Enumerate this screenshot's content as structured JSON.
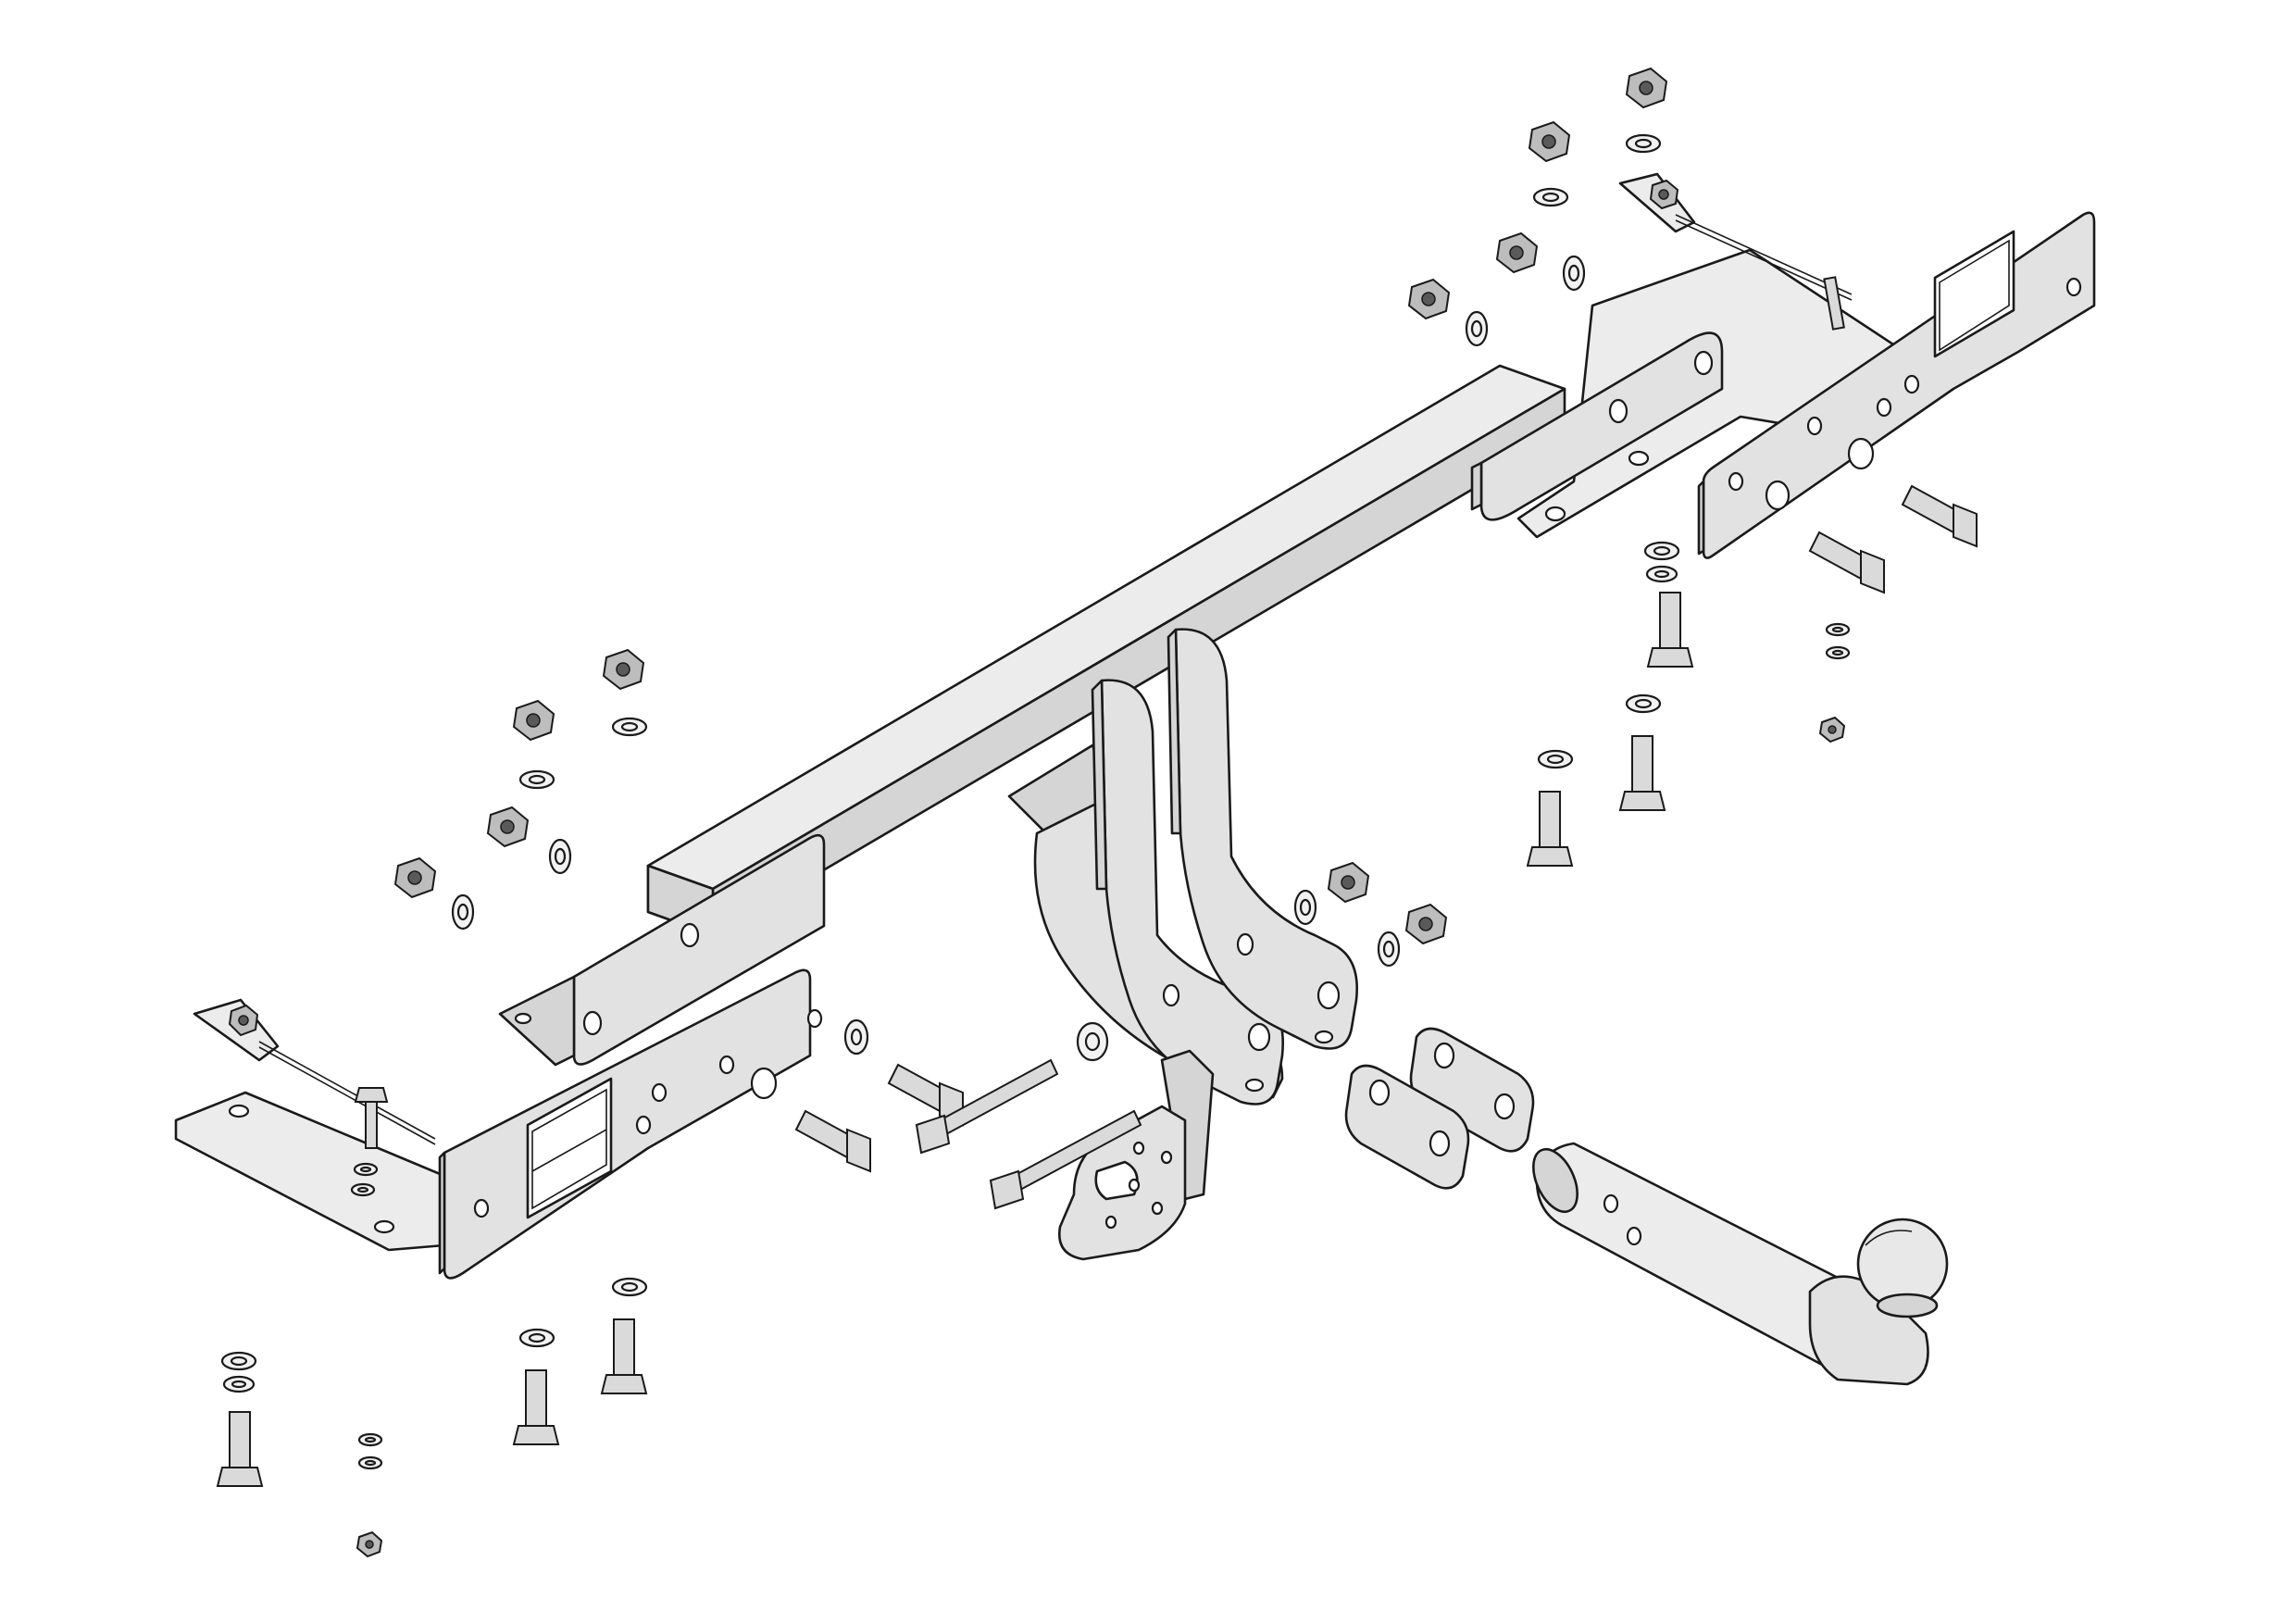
{
  "title": "",
  "colors": {
    "background": "#ffffff",
    "outline": "#1a1a1a",
    "steel_light": "#ececec",
    "steel_mid": "#e2e2e2",
    "steel_dark": "#d5d5d5",
    "nut": "#bdbdbd"
  },
  "parts": [
    "main-crossbeam",
    "left-side-bracket",
    "right-side-bracket",
    "left-mounting-strip",
    "right-mounting-strip",
    "center-hanger-plates",
    "socket-mounting-plate",
    "spacer-plates",
    "tow-ball-neck",
    "bolts",
    "nuts",
    "washers"
  ]
}
